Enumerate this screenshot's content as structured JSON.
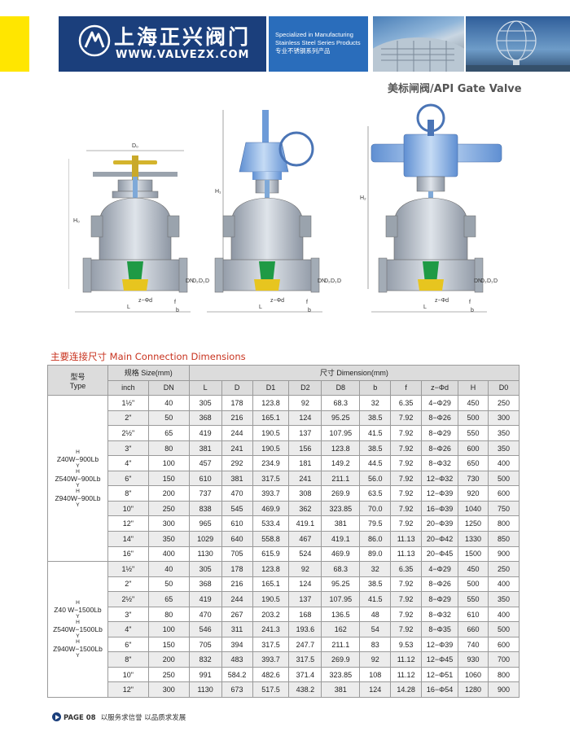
{
  "header": {
    "company_cn": "上海正兴阀门",
    "url": "WWW.VALVEZX.COM",
    "tagline": [
      "Specialized in Manufacturing",
      "Stainless Steel Series Products",
      "专业不锈钢系列产品"
    ],
    "page_title": "美标闸阀/API Gate Valve"
  },
  "drawing_labels": {
    "v1": {
      "d0": "D₀",
      "h0": "H₀",
      "dn": "DN",
      "d2": "D₂",
      "d1": "D₁",
      "d": "D",
      "zd": "z−Φd",
      "f": "f",
      "l": "L",
      "b": "b"
    },
    "v2": {
      "h1": "H₁",
      "dn": "DN",
      "d2": "D₂",
      "d1": "D₁",
      "d": "D",
      "zd": "z−Φd",
      "f": "f",
      "l": "L",
      "b": "b"
    },
    "v3": {
      "h2": "H₂",
      "dn": "DN",
      "d2": "D₂",
      "d1": "D₁",
      "d": "D",
      "zd": "z−Φd",
      "f": "f",
      "l": "L",
      "b": "b"
    }
  },
  "section_title": "主要连接尺寸 Main Connection Dimensions",
  "table": {
    "head": {
      "type_cn": "型号",
      "type_en": "Type",
      "size_label": "规格 Size(mm)",
      "dimension_label": "尺寸 Dimension(mm)",
      "columns": [
        "inch",
        "DN",
        "L",
        "D",
        "D1",
        "D2",
        "D8",
        "b",
        "f",
        "z−Φd",
        "H",
        "D0"
      ]
    },
    "groups": [
      {
        "type_lines": [
          {
            "sup": "H",
            "main": "Z40W−900Lb",
            "sub": "Y"
          },
          {
            "sup": "H",
            "main": "Z540W−900Lb",
            "sub": "Y"
          },
          {
            "sup": "H",
            "main": "Z940W−900Lb",
            "sub": "Y"
          }
        ],
        "rows": [
          [
            "1½\"",
            "40",
            "305",
            "178",
            "123.8",
            "92",
            "68.3",
            "32",
            "6.35",
            "4−Φ29",
            "450",
            "250"
          ],
          [
            "2\"",
            "50",
            "368",
            "216",
            "165.1",
            "124",
            "95.25",
            "38.5",
            "7.92",
            "8−Φ26",
            "500",
            "300"
          ],
          [
            "2½\"",
            "65",
            "419",
            "244",
            "190.5",
            "137",
            "107.95",
            "41.5",
            "7.92",
            "8−Φ29",
            "550",
            "350"
          ],
          [
            "3\"",
            "80",
            "381",
            "241",
            "190.5",
            "156",
            "123.8",
            "38.5",
            "7.92",
            "8−Φ26",
            "600",
            "350"
          ],
          [
            "4\"",
            "100",
            "457",
            "292",
            "234.9",
            "181",
            "149.2",
            "44.5",
            "7.92",
            "8−Φ32",
            "650",
            "400"
          ],
          [
            "6\"",
            "150",
            "610",
            "381",
            "317.5",
            "241",
            "211.1",
            "56.0",
            "7.92",
            "12−Φ32",
            "730",
            "500"
          ],
          [
            "8\"",
            "200",
            "737",
            "470",
            "393.7",
            "308",
            "269.9",
            "63.5",
            "7.92",
            "12−Φ39",
            "920",
            "600"
          ],
          [
            "10\"",
            "250",
            "838",
            "545",
            "469.9",
            "362",
            "323.85",
            "70.0",
            "7.92",
            "16−Φ39",
            "1040",
            "750"
          ],
          [
            "12\"",
            "300",
            "965",
            "610",
            "533.4",
            "419.1",
            "381",
            "79.5",
            "7.92",
            "20−Φ39",
            "1250",
            "800"
          ],
          [
            "14\"",
            "350",
            "1029",
            "640",
            "558.8",
            "467",
            "419.1",
            "86.0",
            "11.13",
            "20−Φ42",
            "1330",
            "850"
          ],
          [
            "16\"",
            "400",
            "1130",
            "705",
            "615.9",
            "524",
            "469.9",
            "89.0",
            "11.13",
            "20−Φ45",
            "1500",
            "900"
          ]
        ]
      },
      {
        "type_lines": [
          {
            "sup": "H",
            "main": "Z40 W−1500Lb",
            "sub": "Y"
          },
          {
            "sup": "H",
            "main": "Z540W−1500Lb",
            "sub": "Y"
          },
          {
            "sup": "H",
            "main": "Z940W−1500Lb",
            "sub": "Y"
          }
        ],
        "rows": [
          [
            "1½\"",
            "40",
            "305",
            "178",
            "123.8",
            "92",
            "68.3",
            "32",
            "6.35",
            "4−Φ29",
            "450",
            "250"
          ],
          [
            "2\"",
            "50",
            "368",
            "216",
            "165.1",
            "124",
            "95.25",
            "38.5",
            "7.92",
            "8−Φ26",
            "500",
            "400"
          ],
          [
            "2½\"",
            "65",
            "419",
            "244",
            "190.5",
            "137",
            "107.95",
            "41.5",
            "7.92",
            "8−Φ29",
            "550",
            "350"
          ],
          [
            "3\"",
            "80",
            "470",
            "267",
            "203.2",
            "168",
            "136.5",
            "48",
            "7.92",
            "8−Φ32",
            "610",
            "400"
          ],
          [
            "4\"",
            "100",
            "546",
            "311",
            "241.3",
            "193.6",
            "162",
            "54",
            "7.92",
            "8−Φ35",
            "660",
            "500"
          ],
          [
            "6\"",
            "150",
            "705",
            "394",
            "317.5",
            "247.7",
            "211.1",
            "83",
            "9.53",
            "12−Φ39",
            "740",
            "600"
          ],
          [
            "8\"",
            "200",
            "832",
            "483",
            "393.7",
            "317.5",
            "269.9",
            "92",
            "11.12",
            "12−Φ45",
            "930",
            "700"
          ],
          [
            "10\"",
            "250",
            "991",
            "584.2",
            "482.6",
            "371.4",
            "323.85",
            "108",
            "11.12",
            "12−Φ51",
            "1060",
            "800"
          ],
          [
            "12\"",
            "300",
            "1130",
            "673",
            "517.5",
            "438.2",
            "381",
            "124",
            "14.28",
            "16−Φ54",
            "1280",
            "900"
          ]
        ]
      }
    ]
  },
  "footer": {
    "page": "PAGE 08",
    "slogan": "以服务求信誉 以品质求发展"
  },
  "colors": {
    "brand_blue": "#1b3f7c",
    "accent_yellow": "#ffe600",
    "title_red": "#c8331f"
  }
}
